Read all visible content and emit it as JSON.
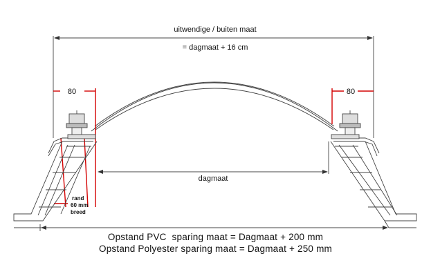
{
  "dimensions": {
    "outer_label": "uitwendige / buiten maat",
    "outer_formula": "= dagmaat + 16 cm",
    "left_flange": "80",
    "right_flange": "80",
    "inner_label": "dagmaat",
    "rand_line1": "rand",
    "rand_line2": "60 mm",
    "rand_line3": "breed"
  },
  "captions": {
    "pvc": "Opstand PVC  sparing maat = Dagmaat + 200 mm",
    "polyester": "Opstand Polyester sparing maat = Dagmaat + 250 mm"
  },
  "colors": {
    "line": "#333333",
    "accent": "#d40000"
  }
}
